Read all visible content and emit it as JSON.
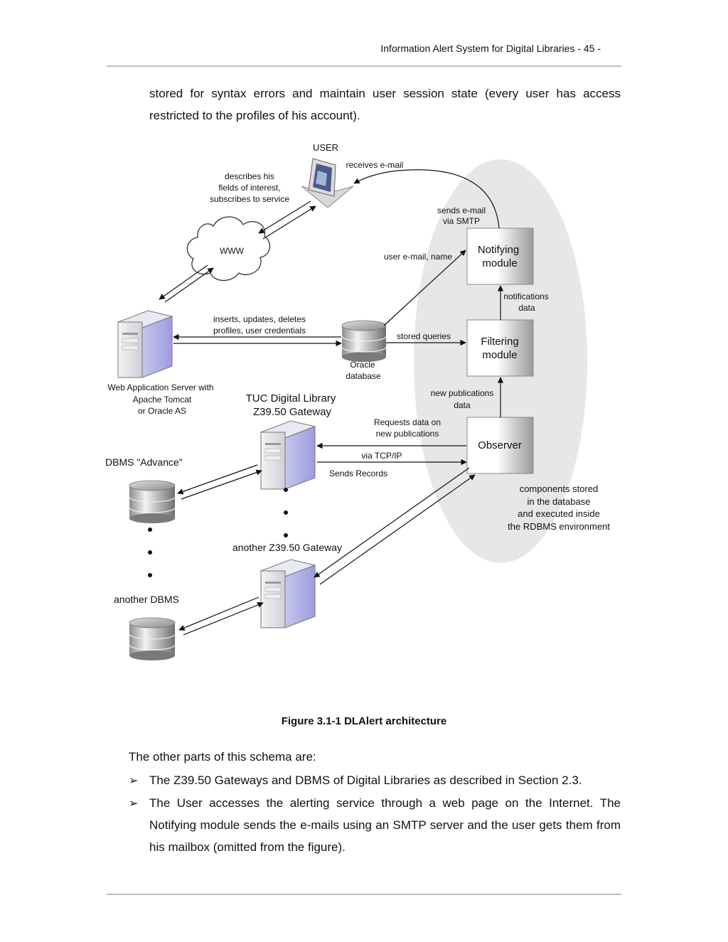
{
  "header": {
    "running_title": "Information Alert System for Digital Libraries - 45 -"
  },
  "intro_paragraph": "stored for syntax errors and maintain user session state (every user has access restricted to the profiles of his account).",
  "diagram": {
    "user": "USER",
    "receives_email": "receives e-mail",
    "describes_1": "describes his",
    "describes_2": "fields of interest,",
    "describes_3": "subscribes to service",
    "www": "WWW",
    "sends_email_1": "sends e-mail",
    "sends_email_2": "via SMTP",
    "user_email_name": "user e-mail, name",
    "notifying_1": "Notifying",
    "notifying_2": "module",
    "notifications_1": "notifications",
    "notifications_2": "data",
    "inserts_1": "inserts, updates, deletes",
    "inserts_2": "profiles, user credentials",
    "stored_queries": "stored queries",
    "filtering_1": "Filtering",
    "filtering_2": "module",
    "oracle_1": "Oracle",
    "oracle_2": "database",
    "webapp_1": "Web Application Server with",
    "webapp_2": "Apache Tomcat",
    "webapp_3": "or Oracle AS",
    "tuc_1": "TUC Digital Library",
    "tuc_2": "Z39.50 Gateway",
    "newpub_1": "new publications",
    "newpub_2": "data",
    "requests_1": "Requests data on",
    "requests_2": "new publications",
    "observer": "Observer",
    "via_tcp": "via TCP/IP",
    "sends_records": "Sends Records",
    "dbms_advance": "DBMS \"Advance\"",
    "components_1": "components stored",
    "components_2": "in the database",
    "components_3": "and executed inside",
    "components_4": "the RDBMS environment",
    "another_gateway": "another Z39.50 Gateway",
    "another_dbms": "another DBMS"
  },
  "figure_caption": "Figure 3.1-1 DLAlert architecture",
  "lead_sentence": "The other parts of this schema are:",
  "bullets": [
    "The Z39.50 Gateways and DBMS of Digital Libraries as described in Section 2.3.",
    "The User accesses the alerting service through a web page on the Internet. The Notifying module sends the e-mails using an SMTP server and the user gets them from his mailbox (omitted from the figure)."
  ],
  "bullet_symbol": "➢"
}
